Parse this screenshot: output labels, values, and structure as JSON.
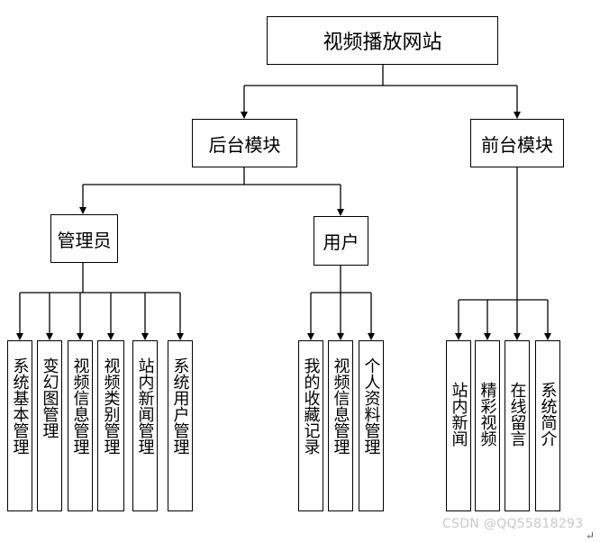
{
  "root": "视频播放网站",
  "backend": "后台模块",
  "frontend": "前台模块",
  "admin": "管理员",
  "user": "用户",
  "admin_items": [
    "系统基本管理",
    "变幻图管理",
    "视频信息管理",
    "视频类别管理",
    "站内新闻管理",
    "系统用户管理"
  ],
  "user_items": [
    "我的收藏记录",
    "视频信息管理",
    "个人资料管理"
  ],
  "front_items": [
    "站内新闻",
    "精彩视频",
    "在线留言",
    "系统简介"
  ],
  "watermark": "CSDN @QQ55818293"
}
